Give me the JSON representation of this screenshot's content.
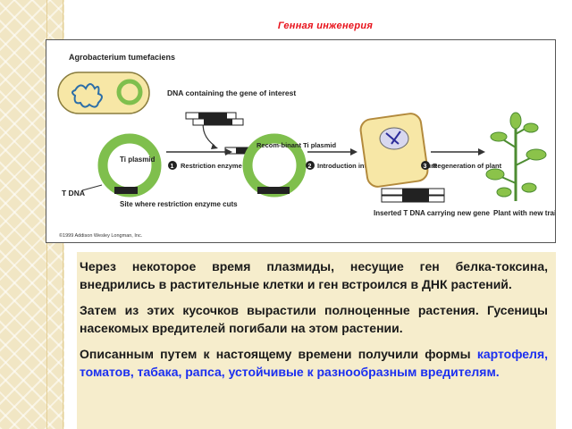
{
  "slide": {
    "title": "Генная инженерия"
  },
  "figure": {
    "organism_label": "Agrobacterium tumefaciens",
    "dna_label": "DNA containing the gene of interest",
    "ti_plasmid_label": "Ti plasmid",
    "recombinant_label": "Recom-binant Ti plasmid",
    "step1_number": "1",
    "step1_label": "Restriction enzyme and DNA ligase",
    "step2_number": "2",
    "step2_label": "Introduction into plant cells in culture",
    "step3_number": "3",
    "step3_label": "Regeneration of plant",
    "tdna_label": "T DNA",
    "site_label": "Site where restriction enzyme cuts",
    "inserted_label": "Inserted T DNA carrying new gene",
    "plant_label": "Plant with new trait",
    "copyright": "©1999 Addison Wesley Longman, Inc."
  },
  "text": {
    "p1": "Через некоторое время плазмиды, несущие ген белка-токсина, внедрились в растительные клетки и ген встроился в ДНК растений.",
    "p2": "Затем из этих кусочков вырастили полноценные растения. Гусеницы насекомых вредителей погибали на этом растении.",
    "p3_start": "Описанным путем к настоящему времени получили формы",
    "p3_highlight": "картофеля, томатов, табака, рапса, устойчивые к разнообразным вредителям."
  },
  "colors": {
    "title": "#e8121b",
    "highlight": "#1b2ff0",
    "textbox_bg": "#f6edcc",
    "plasmid": "#7fbf4d",
    "cell": "#f7e7a6"
  }
}
